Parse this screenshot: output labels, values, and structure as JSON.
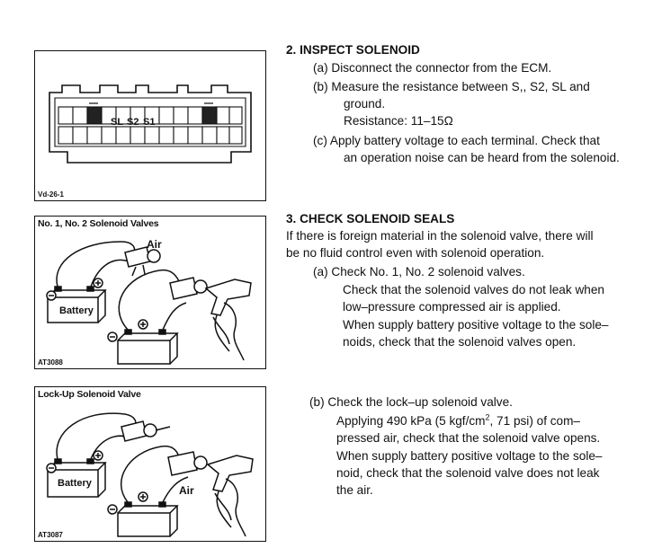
{
  "figures": {
    "connector": {
      "id": "Vd-26-1",
      "labels": [
        "SL",
        "S2",
        "S1"
      ]
    },
    "seal_check_12": {
      "title": "No. 1, No. 2 Solenoid Valves",
      "id": "AT3088",
      "air_label": "Air",
      "battery_label": "Battery"
    },
    "seal_check_lockup": {
      "title": "Lock-Up Solenoid Valve",
      "id": "AT3087",
      "air_label": "Air",
      "battery_label": "Battery"
    }
  },
  "section2": {
    "heading": "2. INSPECT SOLENOID",
    "a": "(a) Disconnect the connector from the ECM.",
    "b_line1": "(b) Measure the resistance between S,, S2, SL and",
    "b_line2": "ground.",
    "b_line3": "Resistance: 11–15Ω",
    "c_line1": "(c) Apply battery voltage to each terminal. Check that",
    "c_line2": "an operation noise can be heard from the solenoid."
  },
  "section3": {
    "heading": "3. CHECK SOLENOID SEALS",
    "intro1": "If there is foreign material in the solenoid valve, there will",
    "intro2": "be no fluid control even with solenoid operation.",
    "a_title": "(a) Check No. 1, No. 2 solenoid valves.",
    "a_line1": "Check that the solenoid valves do not leak when",
    "a_line2": "low–pressure compressed air is applied.",
    "a_line3": "When supply battery positive voltage to the sole–",
    "a_line4": "noids, check that the solenoid valves open.",
    "b_title": "(b) Check the lock–up solenoid valve.",
    "b_line1_pre": "Applying 490 kPa (5 kgf/cm",
    "b_line1_sup": "2",
    "b_line1_post": ", 71 psi) of com–",
    "b_line2": "pressed air, check that the solenoid valve opens.",
    "b_line3": "When supply battery positive voltage to the sole–",
    "b_line4": "noid, check that the solenoid valve does not leak",
    "b_line5": "the air."
  }
}
